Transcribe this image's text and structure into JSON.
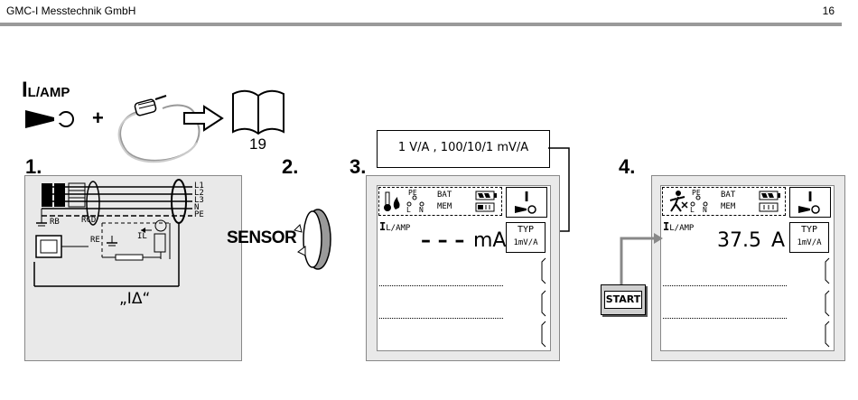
{
  "header": {
    "company": "GMC-I Messtechnik GmbH",
    "page_number": "16"
  },
  "intro": {
    "function_symbol": "I",
    "function_sub": "L/AMP",
    "plus": "+",
    "manual_page": "19"
  },
  "steps": {
    "s1": "1.",
    "s2": "2.",
    "s3": "3.",
    "s4": "4."
  },
  "panel1": {
    "lines": [
      "L1",
      "L2",
      "L3",
      "N",
      "PE"
    ],
    "rb": "RB",
    "rcd": "RCD",
    "re": "RE",
    "il": "IL",
    "caption": "„IΔ“"
  },
  "sensor": {
    "label": "SENSOR"
  },
  "callout": {
    "text": "1 V/A , 100/10/1 mV/A"
  },
  "display3": {
    "pe": "PE",
    "l": "L",
    "n": "N",
    "bat": "BAT",
    "mem": "MEM",
    "func_symbol": "I",
    "func_sub": "L/AMP",
    "value": "– – –",
    "unit": "mA",
    "typ": "TYP",
    "range": "1mV/A"
  },
  "display4": {
    "pe": "PE",
    "l": "L",
    "n": "N",
    "bat": "BAT",
    "mem": "MEM",
    "func_symbol": "I",
    "func_sub": "L/AMP",
    "value": "37.5",
    "unit": "A",
    "typ": "TYP",
    "range": "1mV/A",
    "start_button": "START"
  }
}
